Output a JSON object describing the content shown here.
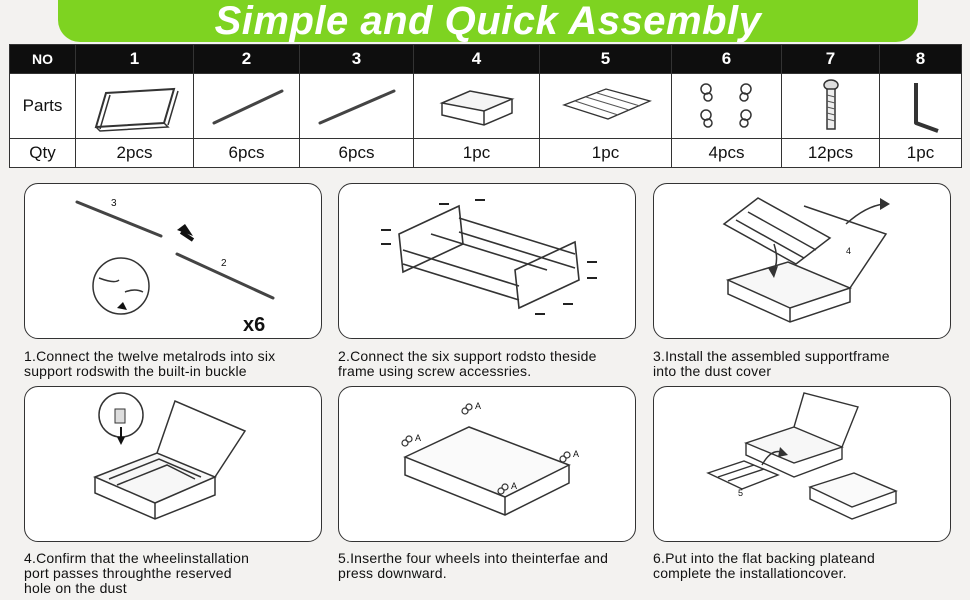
{
  "banner": {
    "title": "Simple and Quick Assembly"
  },
  "parts_table": {
    "no_label": "NO",
    "parts_label": "Parts",
    "qty_label": "Qty",
    "columns": [
      {
        "no": "1",
        "qty": "2pcs",
        "icon": "side-frame-icon"
      },
      {
        "no": "2",
        "qty": "6pcs",
        "icon": "metal-rod-icon"
      },
      {
        "no": "3",
        "qty": "6pcs",
        "icon": "metal-rod-icon"
      },
      {
        "no": "4",
        "qty": "1pc",
        "icon": "dust-cover-box-icon"
      },
      {
        "no": "5",
        "qty": "1pc",
        "icon": "flat-backing-plate-icon"
      },
      {
        "no": "6",
        "qty": "4pcs",
        "icon": "caster-wheels-icon"
      },
      {
        "no": "7",
        "qty": "12pcs",
        "icon": "screw-icon"
      },
      {
        "no": "8",
        "qty": "1pc",
        "icon": "allen-key-icon"
      }
    ]
  },
  "steps": [
    {
      "caption_lines": [
        "1.Connect the twelve metalrods into six",
        "support rodswith the built-in buckle"
      ],
      "labels": {
        "rod_a": "3",
        "rod_b": "2",
        "multiplier": "x6"
      }
    },
    {
      "caption_lines": [
        "2.Connect the six support rodsto theside",
        "frame using screw accessries."
      ]
    },
    {
      "caption_lines": [
        "3.Install the assembled supportframe",
        "into the dust cover"
      ],
      "labels": {
        "part": "4"
      }
    },
    {
      "caption_lines": [
        "4.Confirm that the wheelinstallation",
        "port passes throughthe reserved",
        "hole on the dust"
      ]
    },
    {
      "caption_lines": [
        "5.Inserthe four wheels into theinterfae and",
        "press downward."
      ],
      "labels": {
        "wheel": "A"
      }
    },
    {
      "caption_lines": [
        "6.Put into the flat backing plateand",
        "complete the installationcover."
      ],
      "labels": {
        "plate": "5"
      }
    }
  ]
}
